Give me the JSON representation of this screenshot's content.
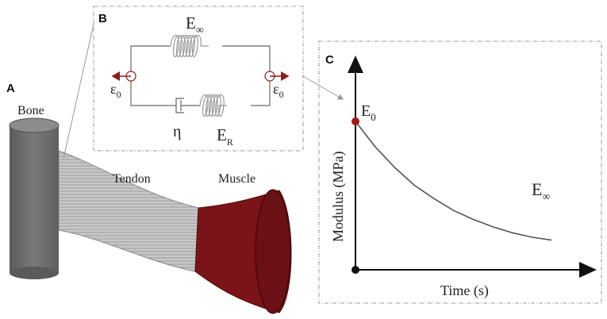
{
  "panels": {
    "a": {
      "letter": "A",
      "bone": "Bone",
      "tendon": "Tendon",
      "muscle": "Muscle"
    },
    "b": {
      "letter": "B",
      "spring_top": {
        "symbol": "E",
        "sub": "∞"
      },
      "spring_bottom": {
        "symbol": "E",
        "sub": "R"
      },
      "dashpot": "η",
      "strain_left": {
        "symbol": "ε",
        "sub": "0"
      },
      "strain_right": {
        "symbol": "ε",
        "sub": "0"
      }
    },
    "c": {
      "letter": "C",
      "start_label": {
        "symbol": "E",
        "sub": "0"
      },
      "end_label": {
        "symbol": "E",
        "sub": "∞"
      }
    }
  },
  "colors": {
    "muscle": "#7b1418",
    "bone": "#6e6e6e",
    "tendon": "#bdbdbd",
    "strain_arrow": "#8b1a1a",
    "initial_point": "#a01818",
    "curve": "#555555"
  },
  "chart_data": {
    "type": "line",
    "title": "",
    "xlabel": "Time (s)",
    "ylabel": "Modulus (MPa)",
    "series": [
      {
        "x": [
          0,
          0.1,
          0.2,
          0.3,
          0.4,
          0.5,
          0.6,
          0.7,
          0.8,
          0.9,
          1.0
        ],
        "values": [
          1.0,
          0.83,
          0.69,
          0.57,
          0.48,
          0.4,
          0.34,
          0.29,
          0.25,
          0.22,
          0.2
        ]
      }
    ],
    "grid": false
  }
}
